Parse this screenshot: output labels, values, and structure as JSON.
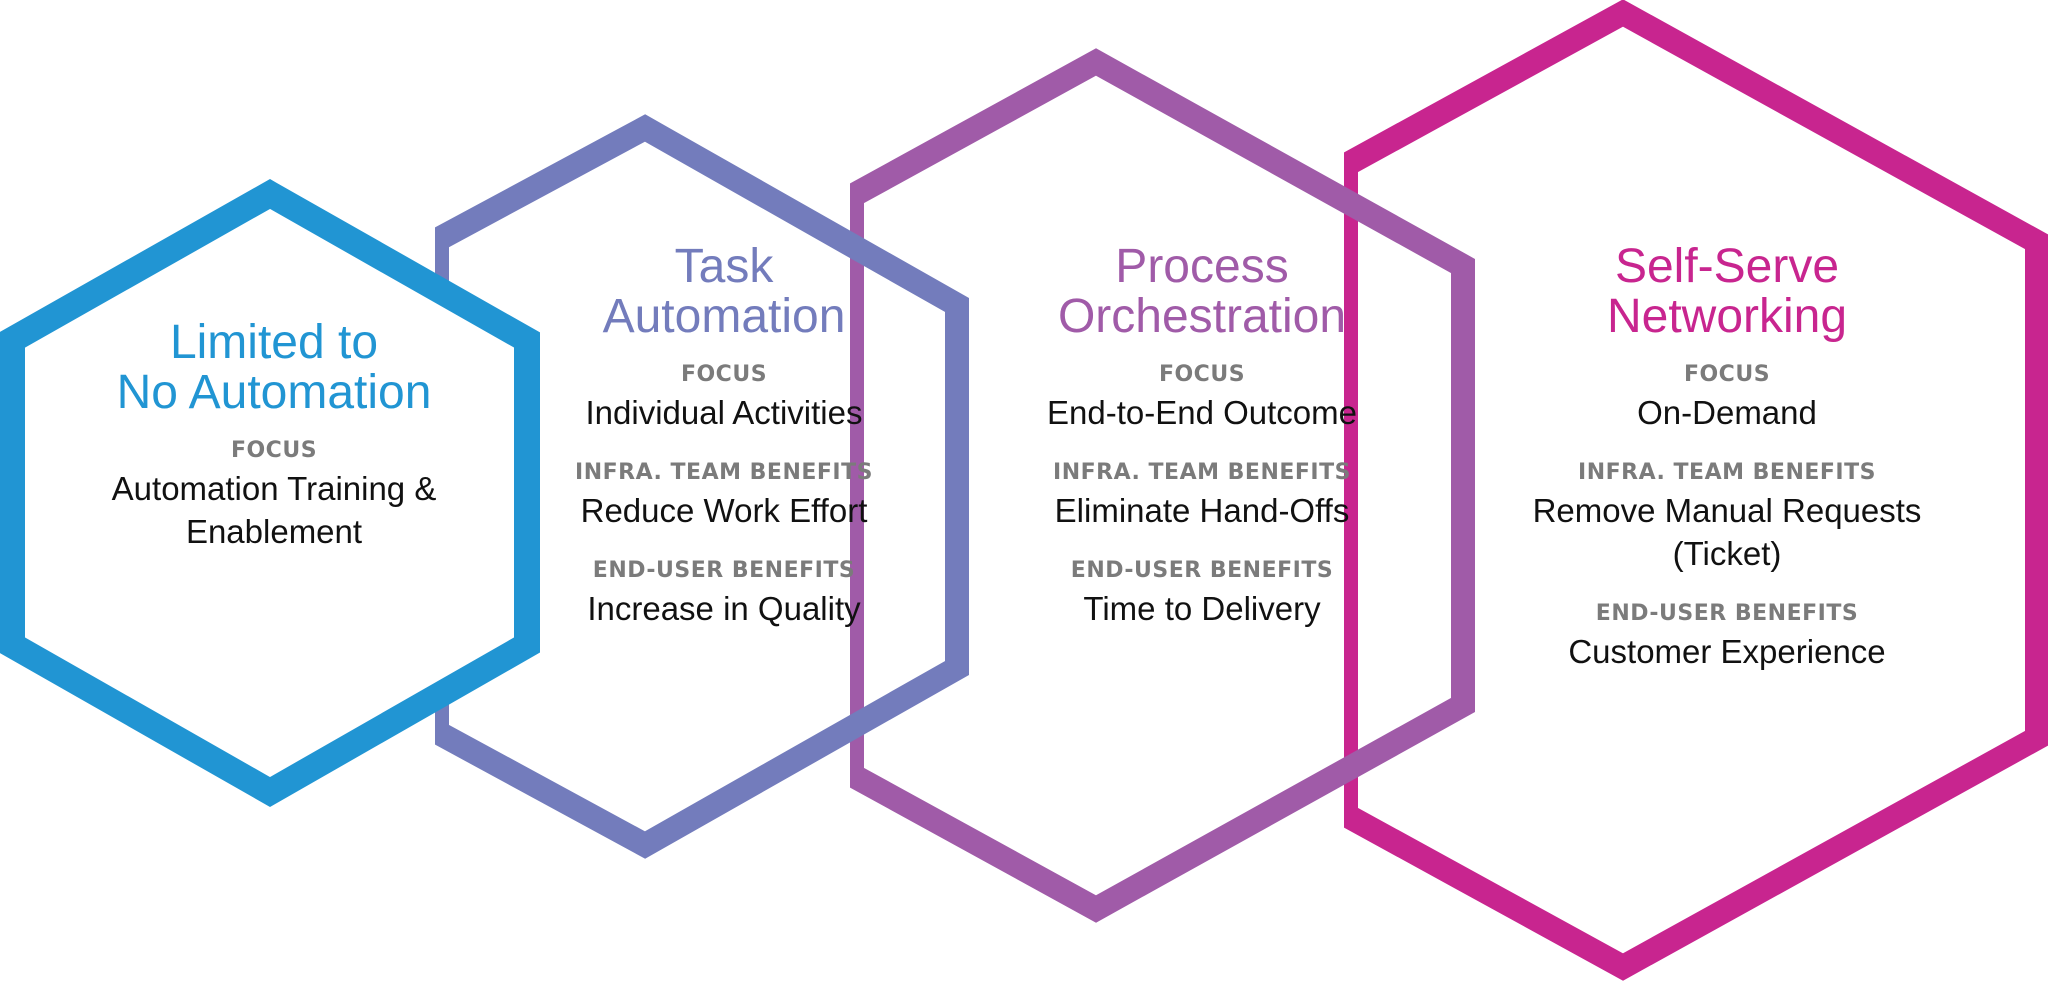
{
  "stages": [
    {
      "title_lines": [
        "Limited to",
        "No Automation"
      ],
      "color": "#2195d3",
      "sections": [
        {
          "label": "FOCUS",
          "value_lines": [
            "Automation Training &",
            "Enablement"
          ]
        }
      ]
    },
    {
      "title_lines": [
        "Task",
        "Automation"
      ],
      "color": "#737cbc",
      "sections": [
        {
          "label": "FOCUS",
          "value_lines": [
            "Individual Activities"
          ]
        },
        {
          "label": "INFRA. TEAM BENEFITS",
          "value_lines": [
            "Reduce Work Effort"
          ]
        },
        {
          "label": "END-USER BENEFITS",
          "value_lines": [
            "Increase in Quality"
          ]
        }
      ]
    },
    {
      "title_lines": [
        "Process",
        "Orchestration"
      ],
      "color": "#a05ba8",
      "sections": [
        {
          "label": "FOCUS",
          "value_lines": [
            "End-to-End Outcome"
          ]
        },
        {
          "label": "INFRA. TEAM BENEFITS",
          "value_lines": [
            "Eliminate Hand-Offs"
          ]
        },
        {
          "label": "END-USER BENEFITS",
          "value_lines": [
            "Time to Delivery"
          ]
        }
      ]
    },
    {
      "title_lines": [
        "Self-Serve",
        "Networking"
      ],
      "color": "#c8258f",
      "sections": [
        {
          "label": "FOCUS",
          "value_lines": [
            "On-Demand"
          ]
        },
        {
          "label": "INFRA. TEAM BENEFITS",
          "value_lines": [
            "Remove Manual Requests",
            "(Ticket)"
          ]
        },
        {
          "label": "END-USER BENEFITS",
          "value_lines": [
            "Customer Experience"
          ]
        }
      ]
    }
  ]
}
